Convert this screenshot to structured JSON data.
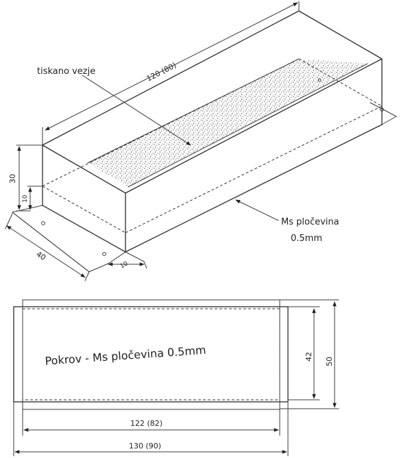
{
  "labels": {
    "pcb_label": "tiskano vezje",
    "sheet_label_line1": "Ms pločevina",
    "sheet_label_line2": "0.5mm",
    "cover_label": "Pokrov  - Ms pločevina 0.5mm"
  },
  "dimensions": {
    "box_length": "120 (80)",
    "box_height": "30",
    "flange_height": "10",
    "box_width": "40",
    "flange_width": "10",
    "cover_inner_width": "122 (82)",
    "cover_outer_width": "130 (90)",
    "cover_inner_height": "42",
    "cover_outer_height": "50"
  },
  "colors": {
    "ink": "#2a2a2a",
    "stipple": "#555555"
  }
}
